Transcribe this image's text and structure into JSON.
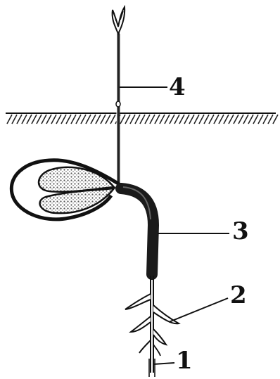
{
  "figure": {
    "labels": [
      {
        "id": "1",
        "text": "1"
      },
      {
        "id": "2",
        "text": "2"
      },
      {
        "id": "3",
        "text": "3"
      },
      {
        "id": "4",
        "text": "4"
      }
    ],
    "colors": {
      "ink": "#111111",
      "dark_stem": "#1a1a1a",
      "paper": "#ffffff",
      "stipple": "#8a8a8a"
    }
  }
}
